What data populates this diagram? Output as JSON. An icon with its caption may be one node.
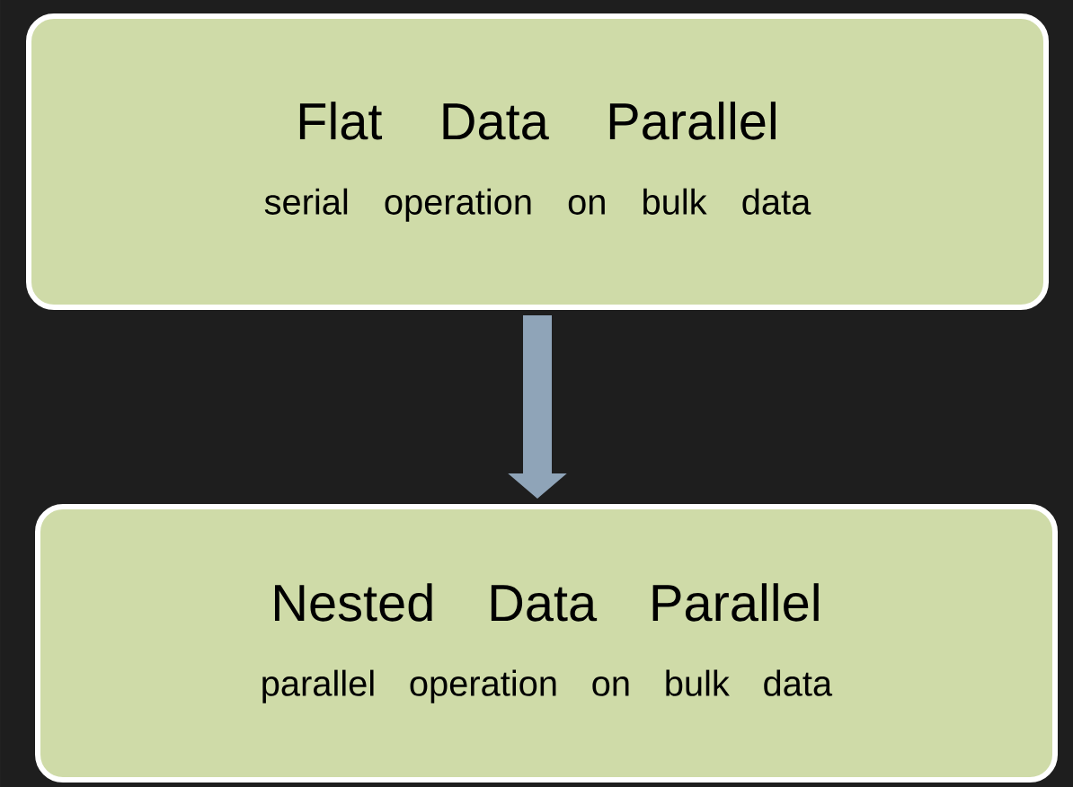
{
  "diagram": {
    "nodes": [
      {
        "text": [
          "Flat Data Parallel",
          "serial operation on bulk data"
        ]
      },
      {
        "text": [
          "Nested Data Parallel",
          "parallel operation on bulk data"
        ]
      }
    ],
    "edges": [
      {
        "from": 0,
        "to": 1,
        "arrow": "to"
      }
    ]
  }
}
